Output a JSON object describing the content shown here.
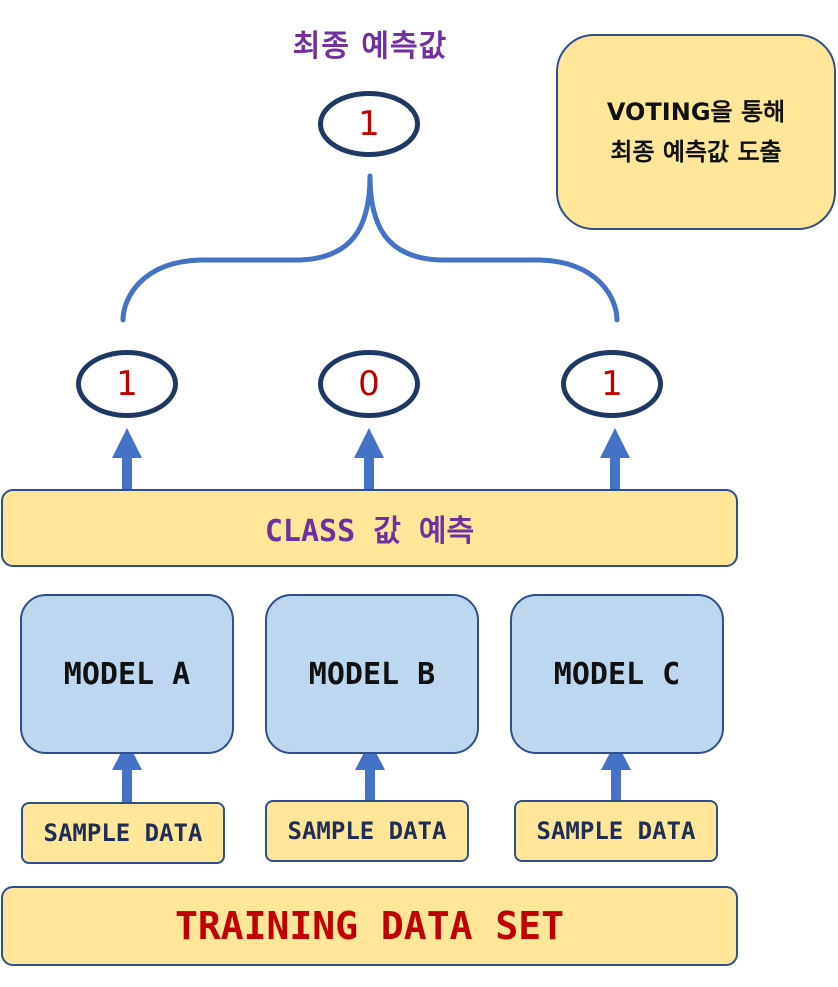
{
  "title": "최종 예측값",
  "final_value": "1",
  "note": {
    "line1": "VOTING을 통해",
    "line2": "최종 예측값 도출"
  },
  "predictions": [
    "1",
    "0",
    "1"
  ],
  "class_label": "CLASS 값 예측",
  "models": [
    "MODEL A",
    "MODEL B",
    "MODEL C"
  ],
  "samples": [
    "SAMPLE DATA",
    "SAMPLE DATA",
    "SAMPLE DATA"
  ],
  "training_label": "TRAINING DATA SET"
}
